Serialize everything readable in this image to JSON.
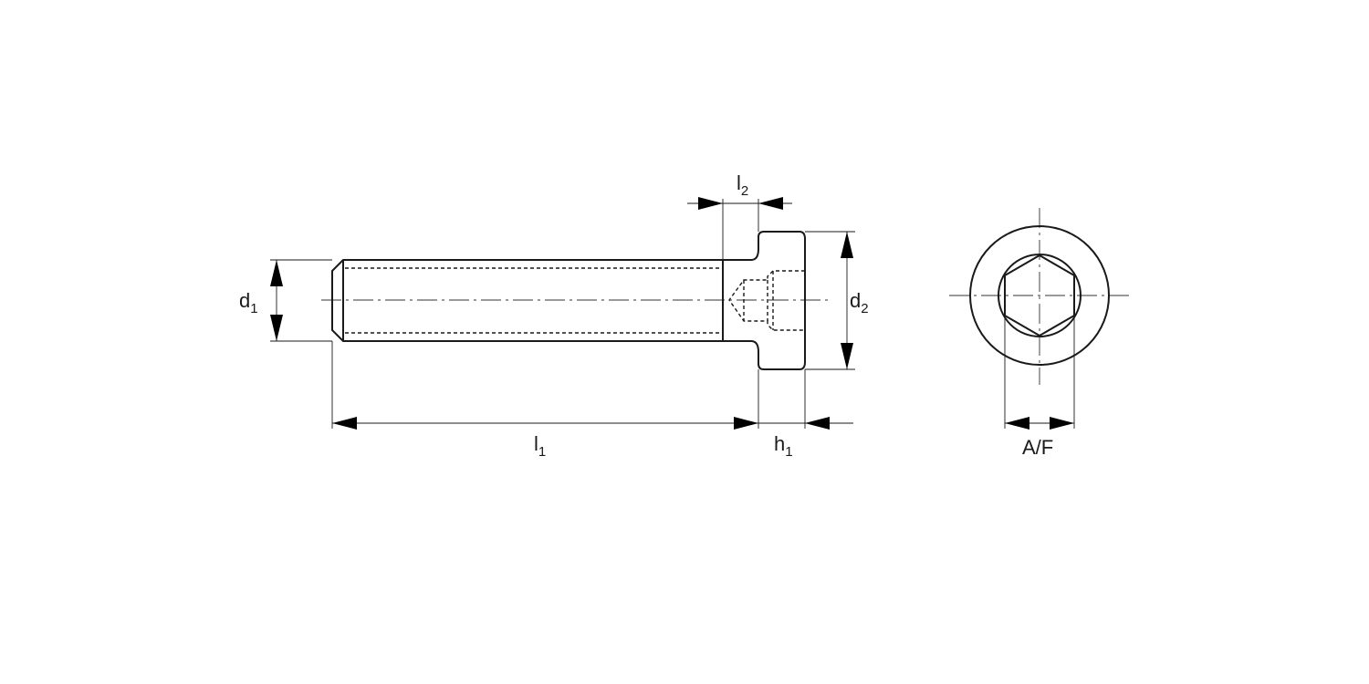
{
  "labels": {
    "d1": {
      "main": "d",
      "sub": "1"
    },
    "d2": {
      "main": "d",
      "sub": "2"
    },
    "l1": {
      "main": "l",
      "sub": "1"
    },
    "l2": {
      "main": "l",
      "sub": "2"
    },
    "h1": {
      "main": "h",
      "sub": "1"
    },
    "af": "A/F"
  },
  "colors": {
    "line": "#1a1a1a",
    "background": "#ffffff"
  }
}
